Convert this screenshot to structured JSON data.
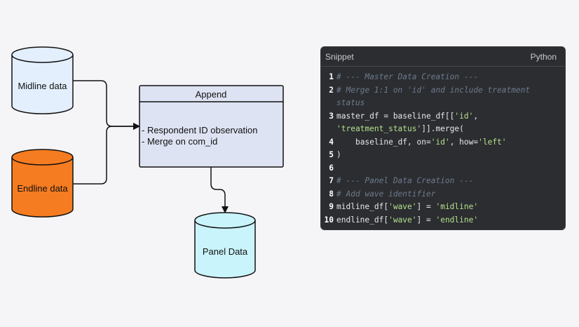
{
  "diagram": {
    "nodes": {
      "midline": {
        "label": "Midline data",
        "fill": "#e3effd"
      },
      "endline": {
        "label": "Endline data",
        "fill": "#f57c20"
      },
      "append": {
        "title": "Append",
        "lines": [
          "- Respondent ID observation",
          "- Merge on com_id"
        ],
        "fill": "#dde3f2"
      },
      "panel": {
        "label": "Panel Data",
        "fill": "#c9f4fb"
      }
    },
    "edges": [
      {
        "from": "midline",
        "to": "append"
      },
      {
        "from": "endline",
        "to": "append"
      },
      {
        "from": "append",
        "to": "panel"
      }
    ]
  },
  "snippet": {
    "title": "Snippet",
    "language": "Python",
    "lines": [
      {
        "n": "1",
        "parts": [
          {
            "t": "# --- Master Data Creation ---",
            "k": "comment"
          }
        ]
      },
      {
        "n": "2",
        "parts": [
          {
            "t": "# Merge 1:1 on 'id' and include treatment status",
            "k": "comment"
          }
        ]
      },
      {
        "n": "3",
        "parts": [
          {
            "t": "master_df = baseline_df[[",
            "k": "plain"
          },
          {
            "t": "'id'",
            "k": "str"
          },
          {
            "t": ", ",
            "k": "plain"
          },
          {
            "t": "'treatment_status'",
            "k": "str"
          },
          {
            "t": "]].merge(",
            "k": "plain"
          }
        ]
      },
      {
        "n": "4",
        "parts": [
          {
            "t": "    baseline_df, on=",
            "k": "plain"
          },
          {
            "t": "'id'",
            "k": "str"
          },
          {
            "t": ", how=",
            "k": "plain"
          },
          {
            "t": "'left'",
            "k": "str"
          }
        ]
      },
      {
        "n": "5",
        "parts": [
          {
            "t": ")",
            "k": "plain"
          }
        ]
      },
      {
        "n": "6",
        "parts": [
          {
            "t": "",
            "k": "plain"
          }
        ]
      },
      {
        "n": "7",
        "parts": [
          {
            "t": "# --- Panel Data Creation ---",
            "k": "comment"
          }
        ]
      },
      {
        "n": "8",
        "parts": [
          {
            "t": "# Add wave identifier",
            "k": "comment"
          }
        ]
      },
      {
        "n": "9",
        "parts": [
          {
            "t": "midline_df[",
            "k": "plain"
          },
          {
            "t": "'wave'",
            "k": "str"
          },
          {
            "t": "] = ",
            "k": "plain"
          },
          {
            "t": "'midline'",
            "k": "str"
          }
        ]
      },
      {
        "n": "10",
        "parts": [
          {
            "t": "endline_df[",
            "k": "plain"
          },
          {
            "t": "'wave'",
            "k": "str"
          },
          {
            "t": "] = ",
            "k": "plain"
          },
          {
            "t": "'endline'",
            "k": "str"
          }
        ]
      }
    ]
  }
}
